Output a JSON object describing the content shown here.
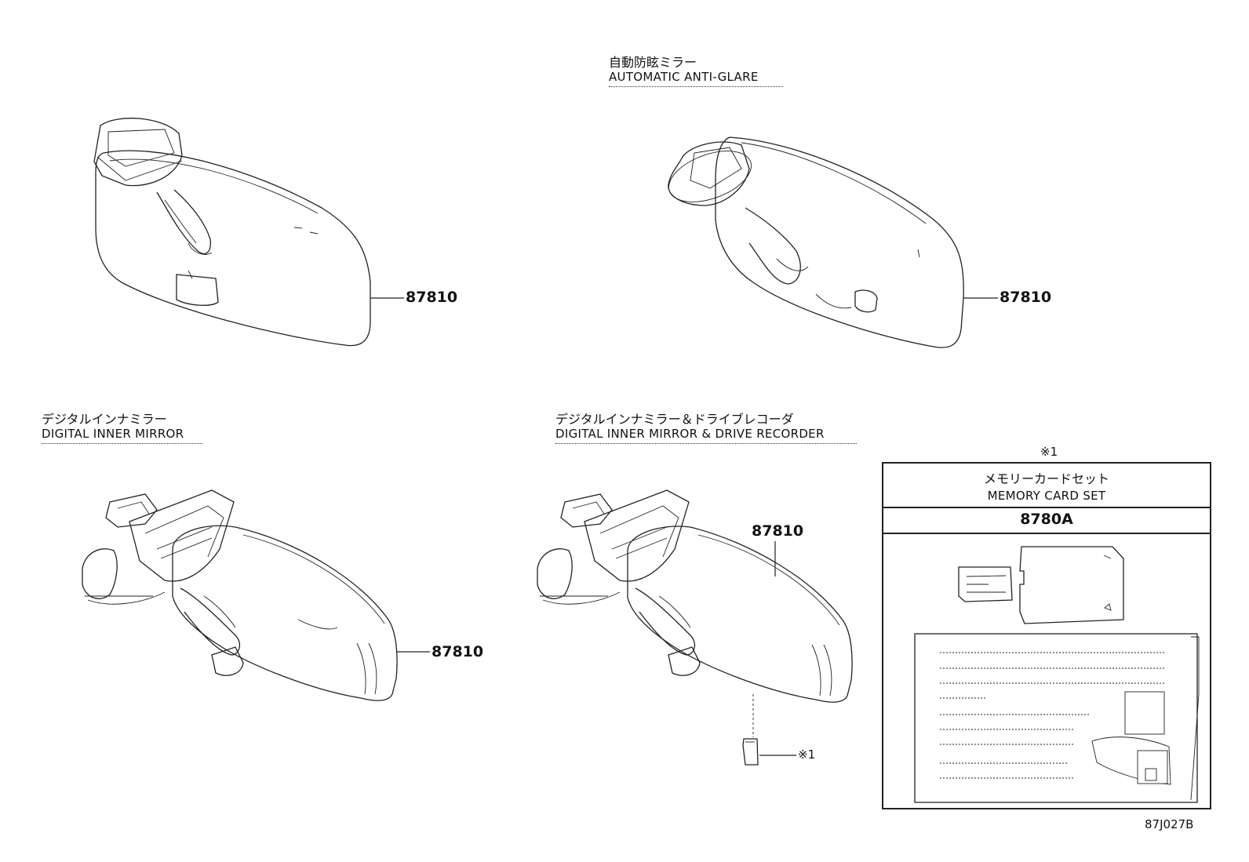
{
  "variants": {
    "anti_glare": {
      "title_jp": "自動防眩ミラー",
      "title_en": "AUTOMATIC ANTI-GLARE"
    },
    "digital": {
      "title_jp": "デジタルインナミラー",
      "title_en": "DIGITAL INNER MIRROR"
    },
    "recorder": {
      "title_jp": "デジタルインナミラー＆ドライブレコーダ",
      "title_en": "DIGITAL INNER MIRROR & DRIVE RECORDER"
    }
  },
  "parts": {
    "mirror_standard": "87810",
    "mirror_anti_glare": "87810",
    "mirror_digital": "87810",
    "mirror_recorder": "87810",
    "sd_card_ref": "※1"
  },
  "memory_card_set": {
    "ref_mark": "※1",
    "title_jp": "メモリーカードセット",
    "title_en": "MEMORY CARD SET",
    "part_no": "8780A"
  },
  "diagram_code": "87J027B"
}
